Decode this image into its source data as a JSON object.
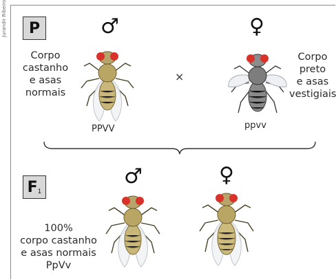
{
  "credit": "Jurandir Ribeiro",
  "parental": {
    "label": "P",
    "male_symbol": "♂",
    "female_symbol": "♀",
    "cross_symbol": "×",
    "male_description": [
      "Corpo",
      "castanho",
      "e asas",
      "normais"
    ],
    "female_description": [
      "Corpo",
      "preto",
      "e asas",
      "vestigiais"
    ],
    "male_genotype": "PPVV",
    "female_genotype": "ppvv"
  },
  "f1": {
    "label": "F",
    "label_sub": "1",
    "male_symbol": "♂",
    "female_symbol": "♀",
    "description": [
      "100%",
      "corpo castanho",
      "e asas normais",
      "PpVv"
    ]
  },
  "colors": {
    "tan_body": "#c9b77a",
    "black_body": "#7d7d7d",
    "eye_red": "#d8322a",
    "box_fill": "#d8d8d8"
  }
}
